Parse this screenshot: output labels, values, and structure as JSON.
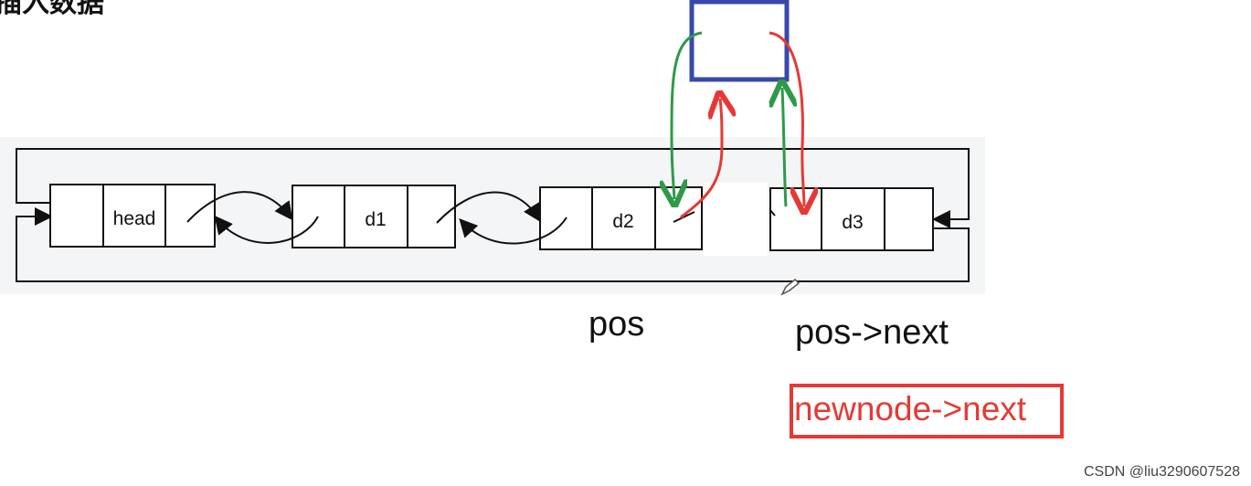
{
  "title_fragment": "插入数据",
  "nodes": [
    {
      "id": "head",
      "label": "head"
    },
    {
      "id": "d1",
      "label": "d1"
    },
    {
      "id": "d2",
      "label": "d2"
    },
    {
      "id": "d3",
      "label": "d3"
    }
  ],
  "labels": {
    "pos": "pos",
    "pos_next": "pos->next",
    "newnode_next": "newnode->next"
  },
  "colors": {
    "new_node_border": "#3949ab",
    "green_arrow": "#2e9a48",
    "red_arrow": "#e53935",
    "highlight_box": "#e53935",
    "panel_background": "#f4f5f6"
  },
  "watermark": "CSDN @liu3290607528"
}
